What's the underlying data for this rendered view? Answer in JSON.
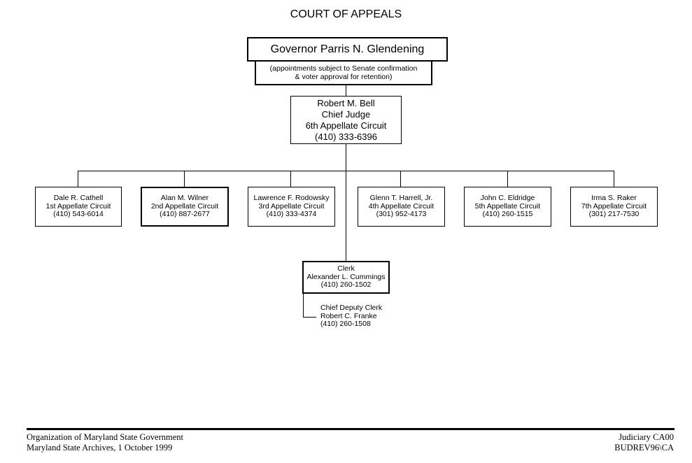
{
  "title": "COURT OF APPEALS",
  "governor": {
    "name": "Governor Parris N. Glendening",
    "note_line1": "(appointments subject to Senate confirmation",
    "note_line2": "& voter approval for retention)"
  },
  "chief_judge": {
    "name": "Robert M. Bell",
    "role": "Chief Judge",
    "circuit": "6th Appellate Circuit",
    "phone": "(410) 333-6396"
  },
  "judges": [
    {
      "name": "Dale R. Cathell",
      "circuit": "1st Appellate Circuit",
      "phone": "(410) 543-6014"
    },
    {
      "name": "Alan M. Wilner",
      "circuit": "2nd Appellate Circuit",
      "phone": "(410) 887-2677"
    },
    {
      "name": "Lawrence F. Rodowsky",
      "circuit": "3rd Appellate Circuit",
      "phone": "(410) 333-4374"
    },
    {
      "name": "Glenn T. Harrell, Jr.",
      "circuit": "4th Appellate Circuit",
      "phone": "(301) 952-4173"
    },
    {
      "name": "John C. Eldridge",
      "circuit": "5th Appellate Circuit",
      "phone": "(410) 260-1515"
    },
    {
      "name": "Irma S. Raker",
      "circuit": "7th Appellate Circuit",
      "phone": "(301) 217-7530"
    }
  ],
  "clerk": {
    "role": "Clerk",
    "name": "Alexander L. Cummings",
    "phone": "(410) 260-1502"
  },
  "deputy_clerk": {
    "role": "Chief Deputy Clerk",
    "name": "Robert C. Franke",
    "phone": "(410) 260-1508"
  },
  "footer": {
    "left_line1": "Organization of Maryland State Government",
    "left_line2": "Maryland State Archives, 1 October 1999",
    "right_line1": "Judiciary CA00",
    "right_line2": "BUDREV96\\CA"
  }
}
